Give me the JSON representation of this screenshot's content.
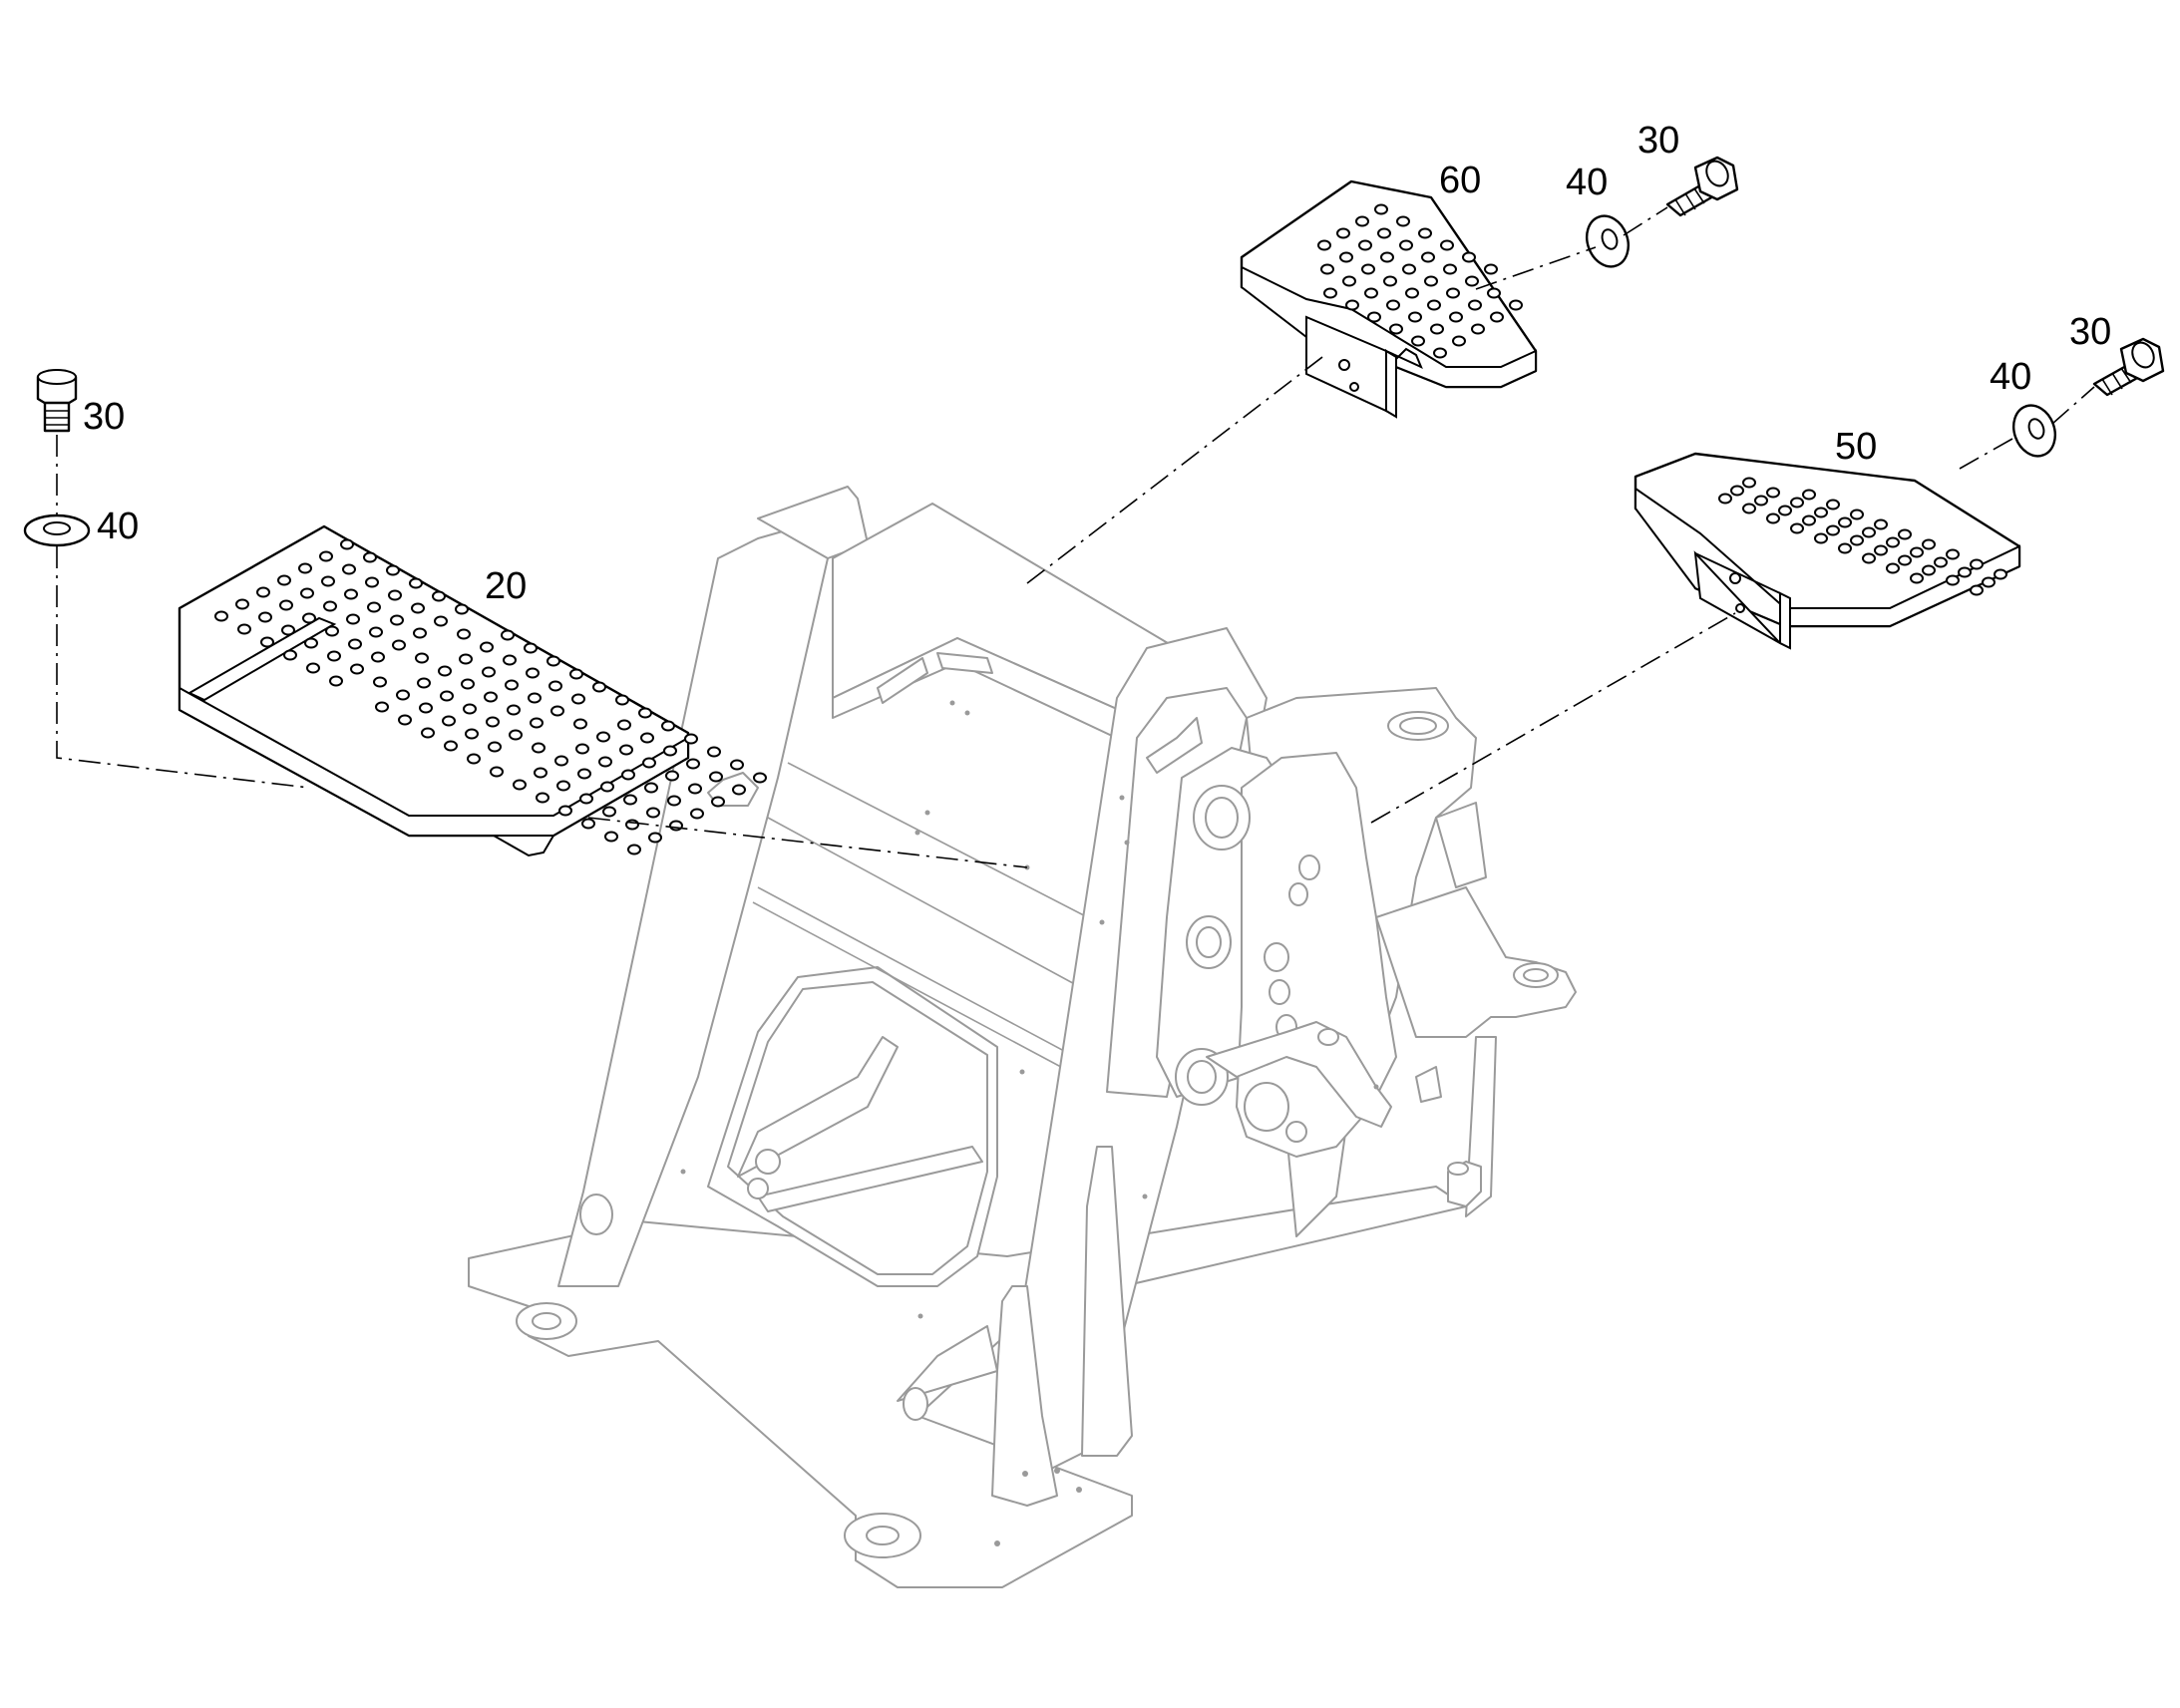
{
  "callouts": {
    "mat_20": "20",
    "step_60": "60",
    "step_50": "50",
    "bolt_left": "30",
    "washer_left": "40",
    "bolt_top": "30",
    "washer_top": "40",
    "bolt_right": "30",
    "washer_right": "40"
  },
  "colors": {
    "frame_line": "#9a9a9a",
    "part_line": "#000000",
    "background": "#ffffff"
  },
  "icons": {
    "bolt": "hex-socket-bolt-icon",
    "washer": "flat-washer-icon"
  }
}
